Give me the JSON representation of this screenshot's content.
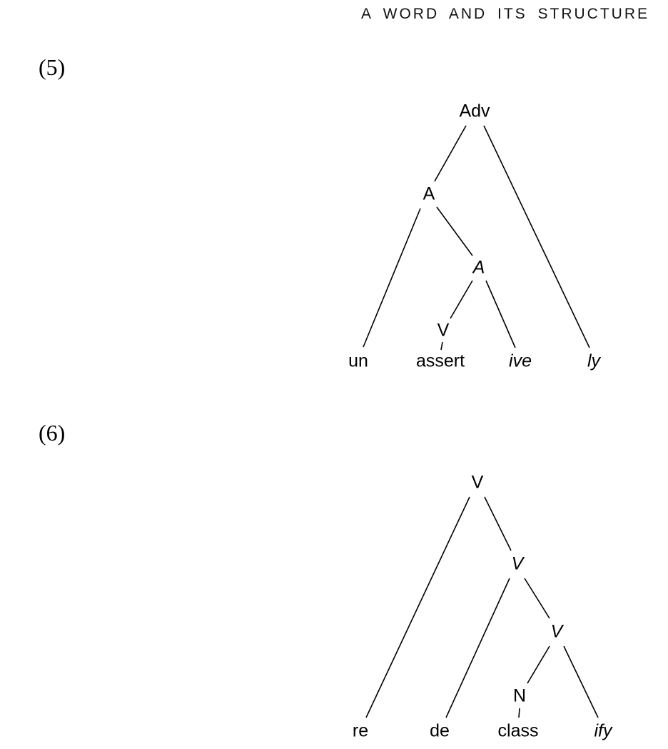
{
  "header": {
    "title": "A WORD AND ITS STRUCTURE"
  },
  "examples": [
    {
      "number": "(5)",
      "tree": {
        "root": "Adv",
        "nodes": {
          "adv": "Adv",
          "a1": "A",
          "a2": "A",
          "v": "V",
          "leaf_un": "un",
          "leaf_assert": "assert",
          "leaf_ive": "ive",
          "leaf_ly": "ly"
        }
      }
    },
    {
      "number": "(6)",
      "tree": {
        "root": "V",
        "nodes": {
          "v1": "V",
          "v2": "V",
          "v3": "V",
          "n": "N",
          "leaf_re": "re",
          "leaf_de": "de",
          "leaf_class": "class",
          "leaf_ify": "ify"
        }
      }
    }
  ]
}
